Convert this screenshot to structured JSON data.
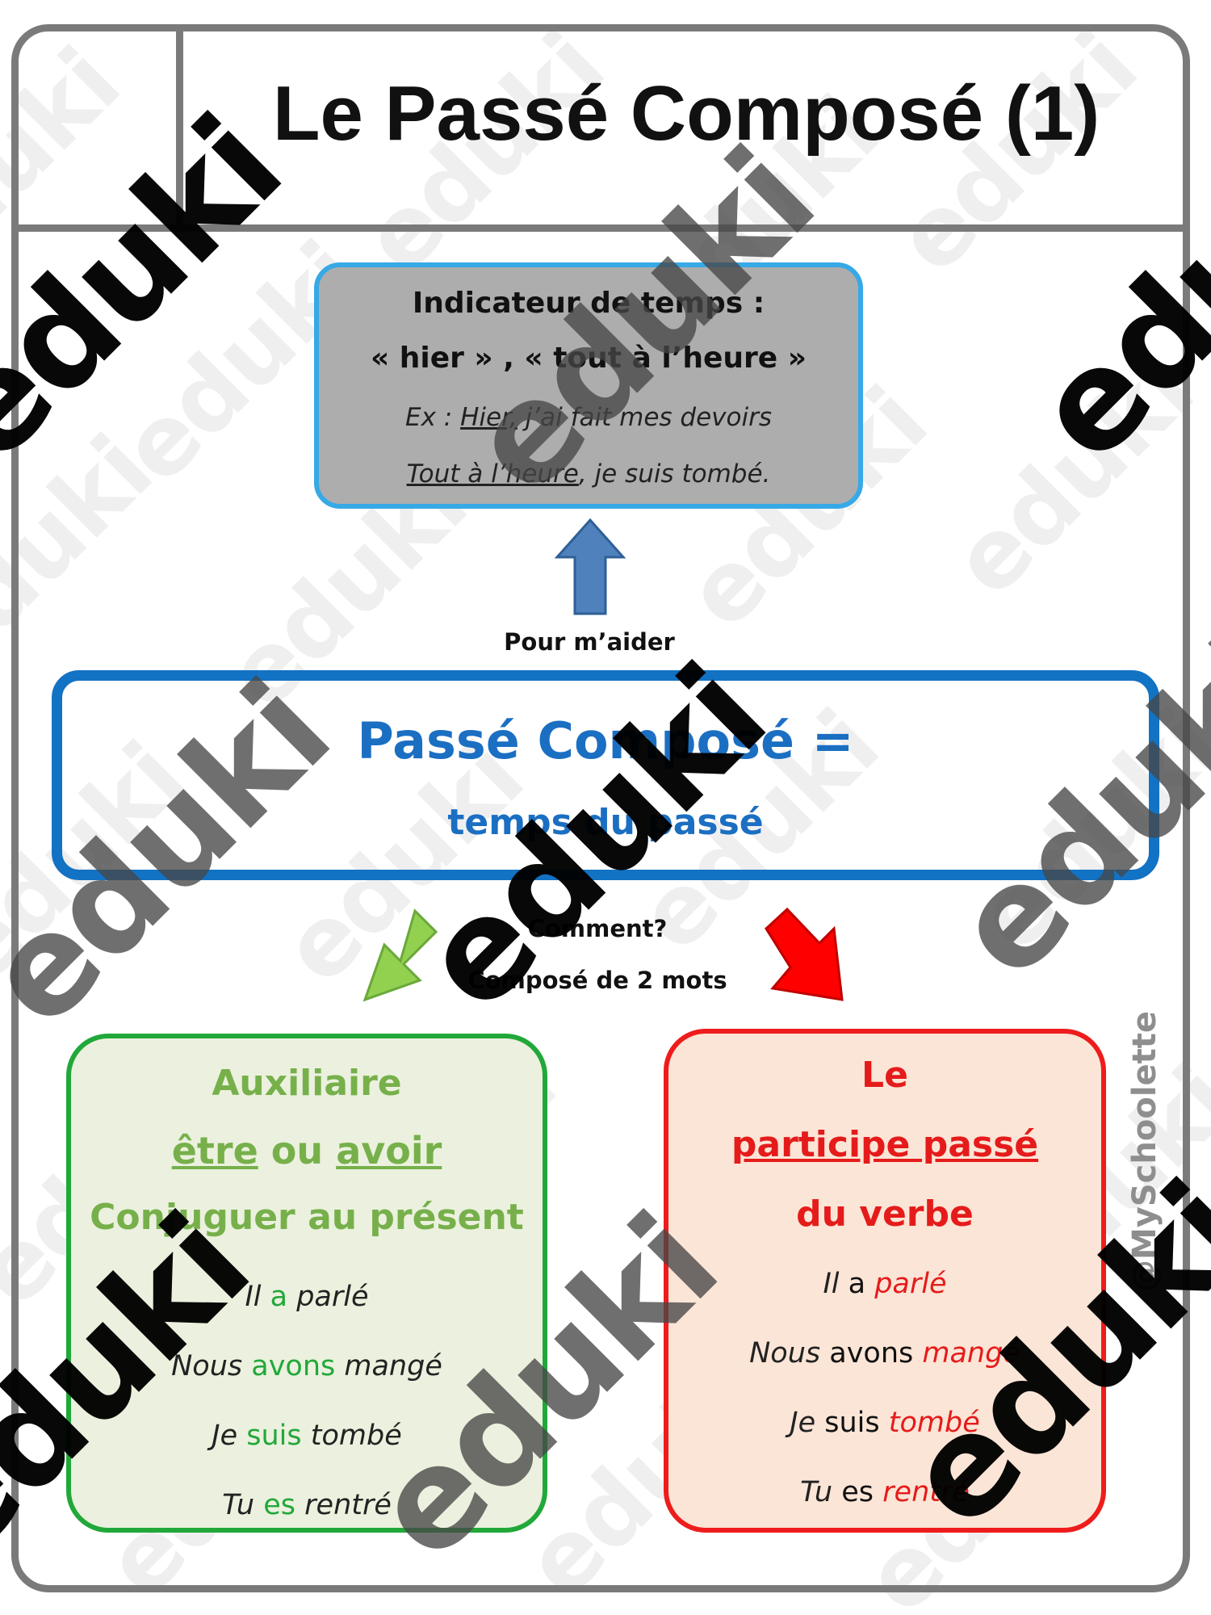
{
  "title": "Le Passé Composé (1)",
  "time_indicator": {
    "heading": "Indicateur de temps :",
    "words": "« hier » , «  tout à l’heure »",
    "example1_prefix": "Ex : ",
    "example1_underlined": "Hier,",
    "example1_rest": " j’ai fait mes devoirs",
    "example2_underlined": "Tout à l’heure",
    "example2_rest": ", je suis tombé."
  },
  "help_label": "Pour m’aider",
  "definition": {
    "title": "Passé Composé =",
    "subtitle": "temps du passé"
  },
  "how": {
    "question": "Comment?",
    "answer": "Composé de 2 mots"
  },
  "auxiliary": {
    "heading": "Auxiliaire",
    "etre": "être",
    "or": " ou ",
    "avoir": "avoir",
    "conjugate": "Conjuguer au présent",
    "examples": [
      {
        "subject": "Il ",
        "aux": "a",
        "verb": " parlé"
      },
      {
        "subject": "Nous ",
        "aux": "avons",
        "verb": " mangé"
      },
      {
        "subject": "Je ",
        "aux": "suis",
        "verb": " tombé"
      },
      {
        "subject": "Tu ",
        "aux": "es",
        "verb": " rentré"
      }
    ]
  },
  "participle": {
    "heading1": "Le",
    "heading2": "participe passé",
    "heading3": "du verbe",
    "examples": [
      {
        "subject": "Il ",
        "aux": "a",
        "verb": " parlé"
      },
      {
        "subject": "Nous ",
        "aux": "avons",
        "verb": " mangé"
      },
      {
        "subject": "Je ",
        "aux": "suis",
        "verb": " tombé"
      },
      {
        "subject": "Tu ",
        "aux": "es",
        "verb": " rentré"
      }
    ]
  },
  "credit": "@MySchoolette",
  "watermark": "eduki",
  "colors": {
    "frame": "#7a7a7a",
    "blue": "#1272c4",
    "light_blue": "#36a9e6",
    "green": "#22a83a",
    "light_green": "#77b04b",
    "red": "#e51b1b"
  }
}
